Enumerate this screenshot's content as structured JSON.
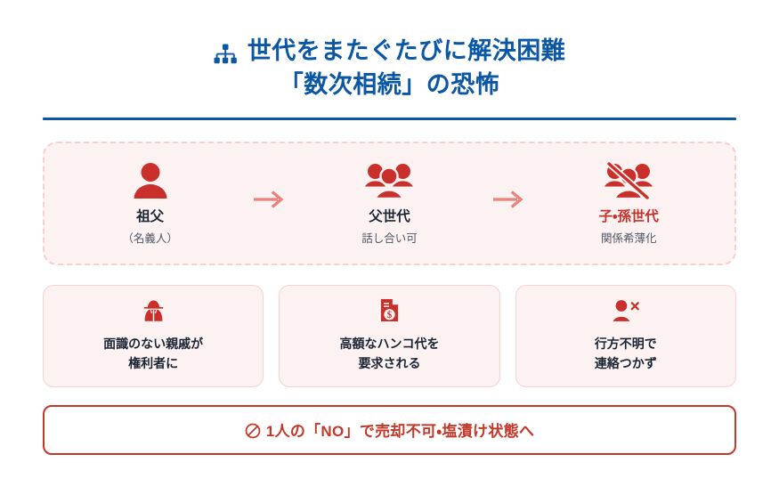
{
  "theme": {
    "brand_blue": "#0b57a4",
    "accent_red": "#c0392b",
    "icon_red": "#c9302c",
    "arrow_pink": "#e8827c",
    "card_bg_pink": "#fdf2f2",
    "card_border_pink": "#f6d2d2",
    "page_bg": "#ffffff"
  },
  "header": {
    "icon": "sitemap-icon",
    "title_line_1": "世代をまたぐたびに解決困難",
    "title_line_2": "「数次相続」の恐怖"
  },
  "flow": {
    "generations": [
      {
        "icon": "user-icon",
        "label": "祖父",
        "sub": "（名義人）",
        "highlight": false
      },
      {
        "icon": "users-icon",
        "label": "父世代",
        "sub": "話し合い可",
        "highlight": false
      },
      {
        "icon": "users-slash-icon",
        "label": "子・孫世代",
        "sub": "関係希薄化",
        "highlight": true
      }
    ],
    "arrow_glyph": "→"
  },
  "risks": [
    {
      "icon": "user-secret-icon",
      "line_1": "面識のない親戚が",
      "line_2": "権利者に"
    },
    {
      "icon": "file-invoice-dollar-icon",
      "line_1": "高額なハンコ代を",
      "line_2": "要求される"
    },
    {
      "icon": "user-xmark-icon",
      "line_1": "行方不明で",
      "line_2": "連絡つかず"
    }
  ],
  "banner": {
    "icon": "ban-icon",
    "text": "1人の「NO」で売却不可・塩漬け状態へ"
  }
}
